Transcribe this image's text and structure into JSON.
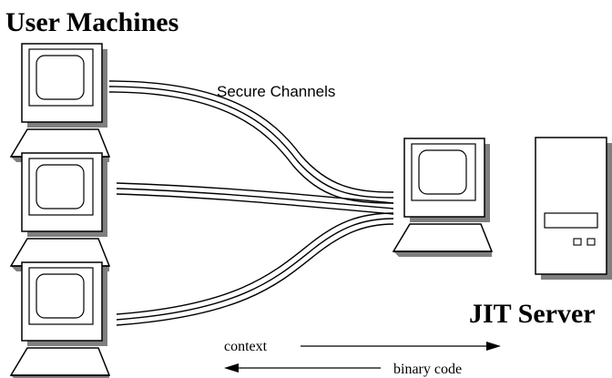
{
  "labels": {
    "user_machines": "User Machines",
    "jit_server": "JIT Server",
    "secure_channels": "Secure Channels",
    "context": "context",
    "binary_code": "binary code"
  },
  "colors": {
    "ink": "#000000",
    "shadow": "#7f7f7f",
    "background": "#ffffff"
  },
  "icons": {
    "client_computer": "monitor-computer-icon",
    "server_computer": "monitor-computer-icon",
    "server_tower": "tower-case-icon"
  }
}
